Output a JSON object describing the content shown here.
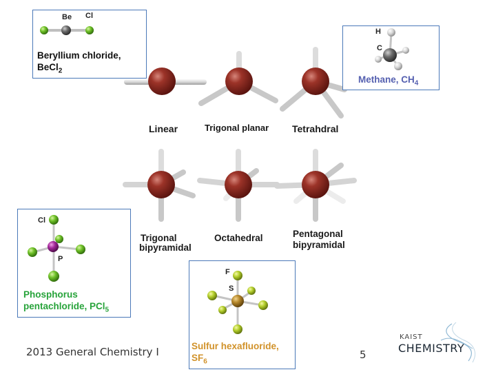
{
  "becl2": {
    "atom_be": "Be",
    "atom_cl": "Cl",
    "name": "Beryllium chloride,",
    "formula": "BeCl",
    "formula_sub": "2"
  },
  "ch4": {
    "atom_h": "H",
    "atom_c": "C",
    "name": "Methane, CH",
    "name_sub": "4"
  },
  "pcl5": {
    "atom_cl": "Cl",
    "atom_p": "P",
    "name_line1": "Phosphorus",
    "name_line2": "pentachloride, PCl",
    "name_sub": "5"
  },
  "sf6": {
    "atom_f": "F",
    "atom_s": "S",
    "name_line1": "Sulfur hexafluoride,",
    "name_line2": "SF",
    "name_sub": "6"
  },
  "geometries": {
    "linear": "Linear",
    "trigonal_planar": "Trigonal planar",
    "tetrahedral": "Tetrahdral",
    "tbp_line1": "Trigonal",
    "tbp_line2": "bipyramidal",
    "octahedral": "Octahedral",
    "pbp_line1": "Pentagonal",
    "pbp_line2": "bipyramidal"
  },
  "footer": {
    "course": "2013 General Chemistry I",
    "page": "5"
  },
  "logo": {
    "top": "KAIST",
    "bottom": "CHEMISTRY"
  },
  "colors": {
    "box_border": "#4a78b8",
    "central_atom": "#8b2a22",
    "pcl5_caption": "#27a33a",
    "sf6_caption": "#d1922a",
    "ch4_caption": "#5560b0"
  }
}
